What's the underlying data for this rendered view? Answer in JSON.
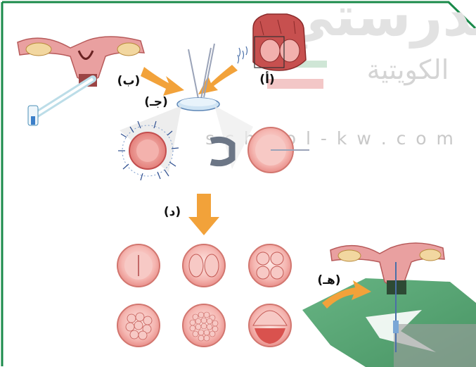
{
  "watermark": {
    "brand_arabic": "مدرستي",
    "brand_arabic_sub": "الكويتية",
    "site": "s c h o o l - k w . c o m"
  },
  "labels": {
    "a": "(أ)",
    "b": "(ب)",
    "c": "(جـ)",
    "d": "(د)",
    "e": "(هـ)"
  },
  "colors": {
    "frame": "#1a8a4a",
    "arrow": "#f2a23a",
    "tissue": "#e48a8a",
    "cell": "#f4b4b0",
    "watermark": "#d9d9d9"
  }
}
